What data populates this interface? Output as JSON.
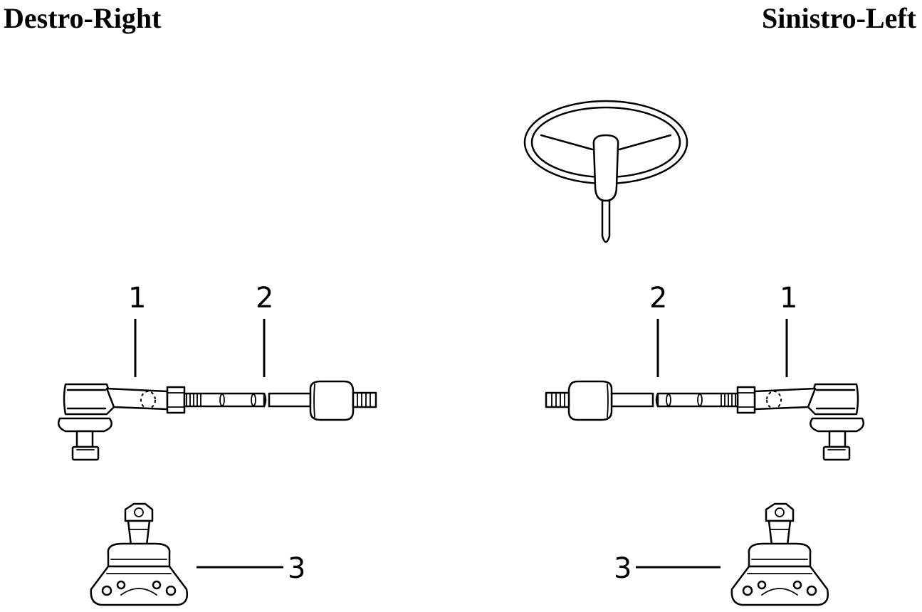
{
  "labels": {
    "right_side": "Destro-Right",
    "left_side": "Sinistro-Left"
  },
  "callouts": {
    "tie_rod_end": "1",
    "tie_rod": "2",
    "ball_joint": "3"
  },
  "colors": {
    "ink": "#000000",
    "background": "#ffffff"
  }
}
